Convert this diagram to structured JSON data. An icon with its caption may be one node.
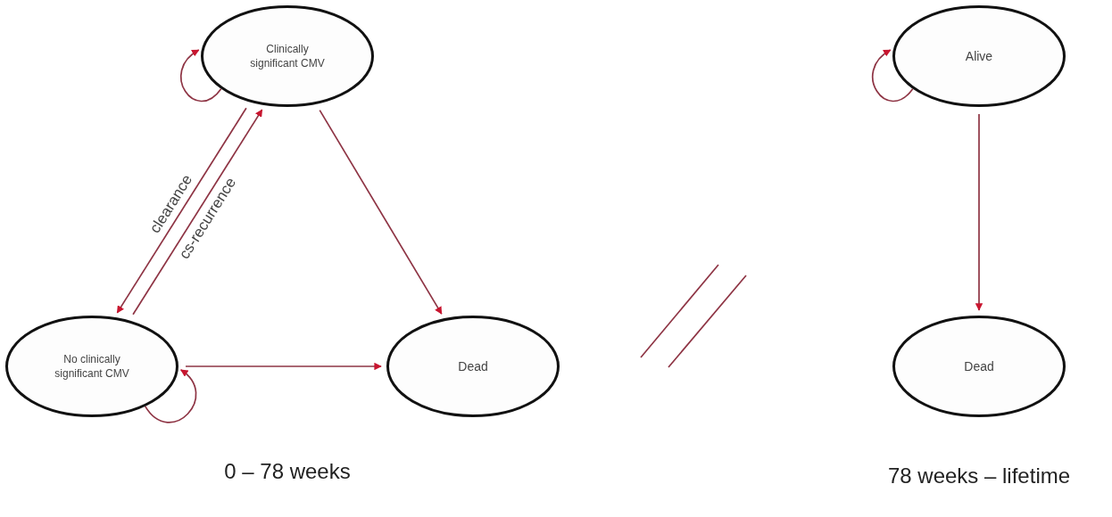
{
  "diagram": {
    "nodes": [
      {
        "text": [
          "Clinically significant CMV"
        ]
      },
      {
        "text": [
          "No clinically significant CMV"
        ]
      },
      {
        "text": [
          "Dead"
        ]
      },
      {
        "text": [
          "Alive"
        ]
      },
      {
        "text": [
          "Dead"
        ]
      }
    ],
    "edges": [
      {
        "from": 0,
        "to": 0,
        "arrow": "to"
      },
      {
        "from": 0,
        "to": 1,
        "arrow": "to",
        "label": "clearance"
      },
      {
        "from": 1,
        "to": 0,
        "arrow": "to",
        "label": "cs-recurrence"
      },
      {
        "from": 0,
        "to": 2,
        "arrow": "to"
      },
      {
        "from": 1,
        "to": 2,
        "arrow": "to"
      },
      {
        "from": 1,
        "to": 1,
        "arrow": "to"
      },
      {
        "from": 3,
        "to": 3,
        "arrow": "to"
      },
      {
        "from": 3,
        "to": 4,
        "arrow": "to"
      }
    ],
    "labels": [
      "0 – 78 weeks",
      "78 weeks – lifetime"
    ]
  }
}
